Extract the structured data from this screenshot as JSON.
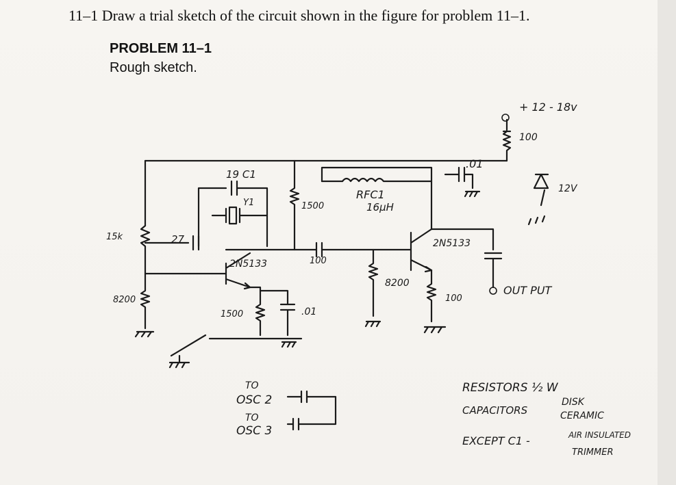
{
  "header": {
    "problem_number": "11–1",
    "problem_text": "Draw a trial sketch of the circuit shown in the figure for problem 11–1.",
    "heading": "PROBLEM 11–1",
    "subheading": "Rough sketch."
  },
  "schematic_labels": {
    "supply": "+ 12 - 18v",
    "r_supply": "100",
    "c_bypass": ".01",
    "zener": "12V",
    "c1": "19 C1",
    "crystal": "Y1",
    "rfc": "RFC1",
    "rfc_value": "16µH",
    "r_collector1": "1500",
    "r_base_top": "15k",
    "c_feedback": "27",
    "transistor1": "2N5133",
    "c_coupling": "100",
    "transistor2": "2N5133",
    "r_base_bottom": "8200",
    "r_emitter1": "1500",
    "c_emitter": ".01",
    "r_bias2": "8200",
    "r_emitter2": "100",
    "output": "OUT PUT",
    "to_osc2_label": "TO",
    "to_osc2": "OSC 2",
    "to_osc3_label": "TO",
    "to_osc3": "OSC 3"
  },
  "notes": {
    "resistors": "RESISTORS ½ W",
    "capacitors": "CAPACITORS",
    "disk": "DISK",
    "ceramic": "CERAMIC",
    "except": "EXCEPT C1 -",
    "air": "AIR INSULATED",
    "trimmer": "TRIMMER"
  }
}
